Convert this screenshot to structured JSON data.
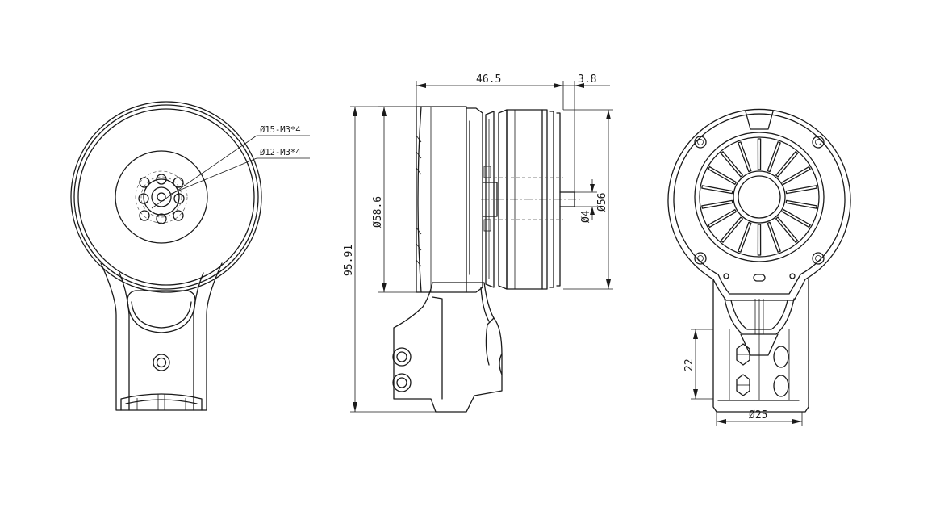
{
  "front_view": {
    "callouts": [
      "Ø15-M3*4",
      "Ø12-M3*4"
    ]
  },
  "side_view": {
    "dims": {
      "length": "46.5",
      "shaft_length": "3.8",
      "stator_dia": "Ø58.6",
      "overall_height": "95.91",
      "shaft_dia": "Ø4",
      "rotor_dia": "Ø56"
    }
  },
  "rear_view": {
    "dims": {
      "tube_dia": "Ø25",
      "clamp_height": "22"
    }
  }
}
